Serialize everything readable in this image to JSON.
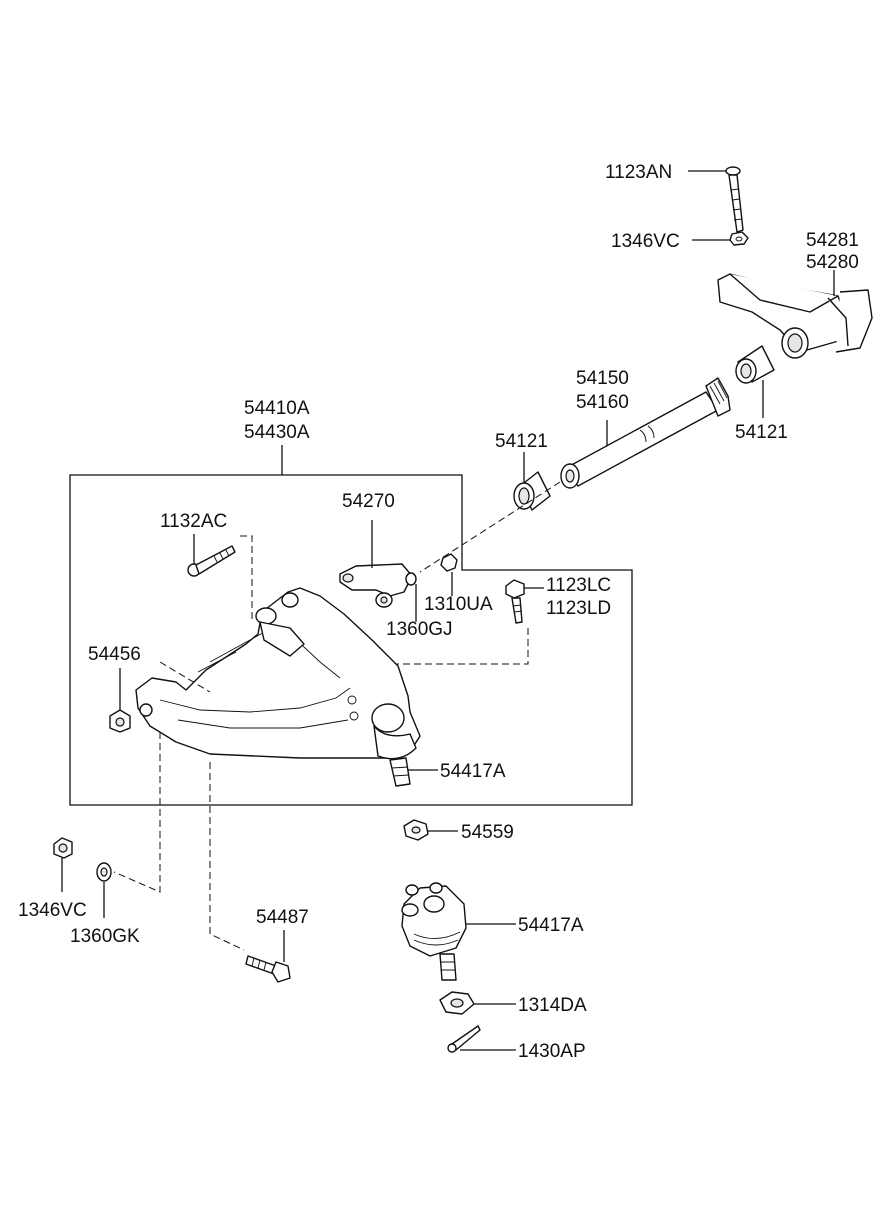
{
  "labels": {
    "p1123AN": "1123AN",
    "p1346VC_top": "1346VC",
    "p54281": "54281",
    "p54280": "54280",
    "p54150": "54150",
    "p54160": "54160",
    "p54121_right": "54121",
    "p54121_left": "54121",
    "p54410A": "54410A",
    "p54430A": "54430A",
    "p54270": "54270",
    "p1132AC": "1132AC",
    "p1123LC": "1123LC",
    "p1123LD": "1123LD",
    "p1310UA": "1310UA",
    "p1360GJ": "1360GJ",
    "p54456": "54456",
    "p54417A_top": "54417A",
    "p54559": "54559",
    "p1346VC_bottom": "1346VC",
    "p1360GK": "1360GK",
    "p54487": "54487",
    "p54417A_bottom": "54417A",
    "p1314DA": "1314DA",
    "p1430AP": "1430AP"
  }
}
